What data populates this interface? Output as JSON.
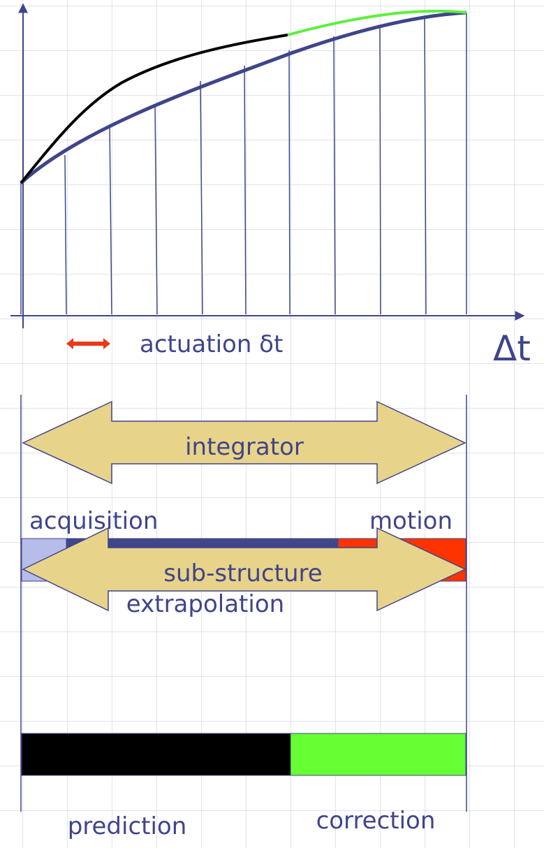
{
  "labels": {
    "actuation": "actuation δt",
    "delta_t": "Δt",
    "integrator": "integrator",
    "acquisition": "acquisition",
    "motion": "motion",
    "extrapolation": "extrapolation",
    "sub_structure": "sub-structure",
    "prediction": "prediction",
    "correction": "correction"
  },
  "colors": {
    "axis": "#3f458a",
    "curve_main": "#3f458a",
    "curve_prediction": "#000000",
    "curve_correction": "#5cf040",
    "actuation_arrow": "#e83a1a",
    "big_arrow_fill": "#e8d38a",
    "big_arrow_stroke": "#3f458a",
    "acquisition": "#b6bde8",
    "extrapolation": "#40468a",
    "motion": "#ff3300",
    "prediction": "#000000",
    "correction": "#66ff33",
    "text": "#3f458a"
  }
}
